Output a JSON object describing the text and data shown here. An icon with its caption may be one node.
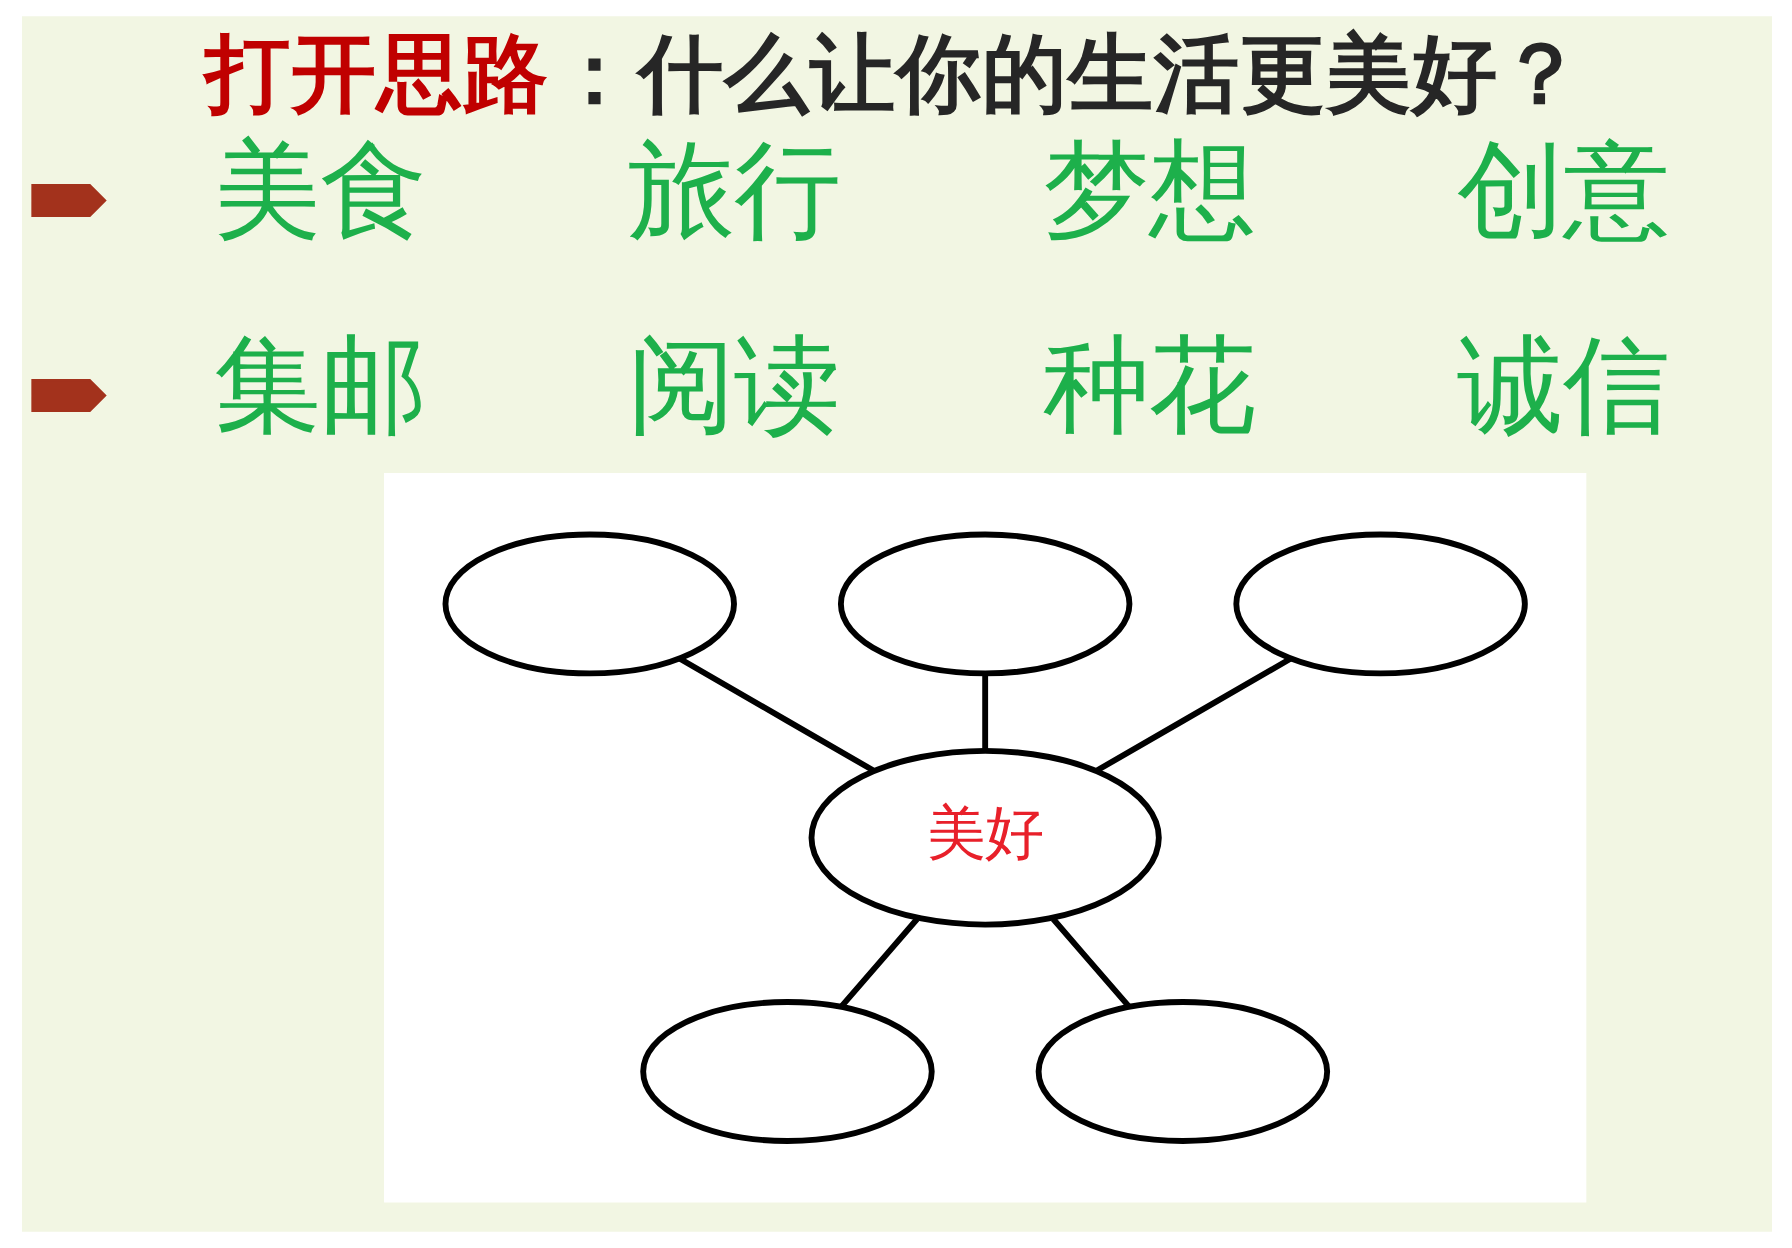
{
  "diagram": {
    "title": "打开思路：什么让你的生活更美好？",
    "nodes": [
      {
        "text": [],
        "shape": "pentagon"
      },
      {
        "text": [],
        "shape": "pentagon"
      },
      {
        "text": [],
        "shape": "box"
      },
      {
        "text": [],
        "shape": "ellipse",
        "in": 2
      },
      {
        "text": [],
        "shape": "ellipse",
        "in": 2
      },
      {
        "text": [],
        "shape": "ellipse",
        "in": 2
      },
      {
        "text": [
          "美好"
        ],
        "in": 2
      },
      {
        "text": [],
        "shape": "ellipse",
        "in": 2
      },
      {
        "text": [],
        "shape": "ellipse",
        "in": 2
      }
    ],
    "edges": [
      {
        "from": 3,
        "to": 6,
        "arrow": "none"
      },
      {
        "from": 4,
        "to": 6,
        "arrow": "none"
      },
      {
        "from": 5,
        "to": 6,
        "arrow": "none"
      },
      {
        "from": 6,
        "to": 7,
        "arrow": "none"
      },
      {
        "from": 6,
        "to": 8,
        "arrow": "none"
      }
    ],
    "labels": [
      "美食",
      "旅行",
      "梦想",
      "创意",
      "集邮",
      "阅读",
      "种花",
      "诚信"
    ]
  }
}
